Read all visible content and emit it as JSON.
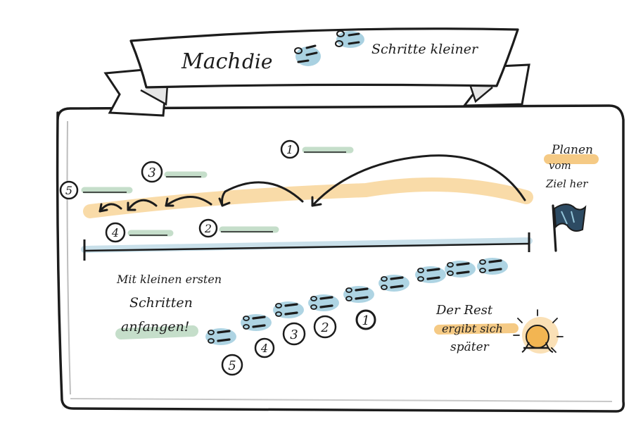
{
  "banner": {
    "word1": "Mach",
    "word2": "die",
    "word3": "Schritte kleiner"
  },
  "plan_note": {
    "line1": "Planen",
    "line2": "vom",
    "line3": "Ziel her"
  },
  "start_note": {
    "line1": "Mit kleinen ersten",
    "line2": "Schritten",
    "line3": "anfangen!"
  },
  "rest_note": {
    "line1": "Der Rest",
    "line2": "ergibt sich",
    "line3": "später"
  },
  "top_steps": [
    "1",
    "2",
    "3",
    "4",
    "5"
  ],
  "bottom_steps": [
    "1",
    "2",
    "3",
    "4",
    "5"
  ],
  "colors": {
    "ink": "#1c1c1c",
    "blue": "#93c5d9",
    "orange": "#f2b552",
    "green": "#b7d6be",
    "navy": "#2d4b63"
  },
  "icons": [
    "footprints-icon",
    "flag-icon",
    "sun-icon",
    "arc-arrow-icon"
  ]
}
